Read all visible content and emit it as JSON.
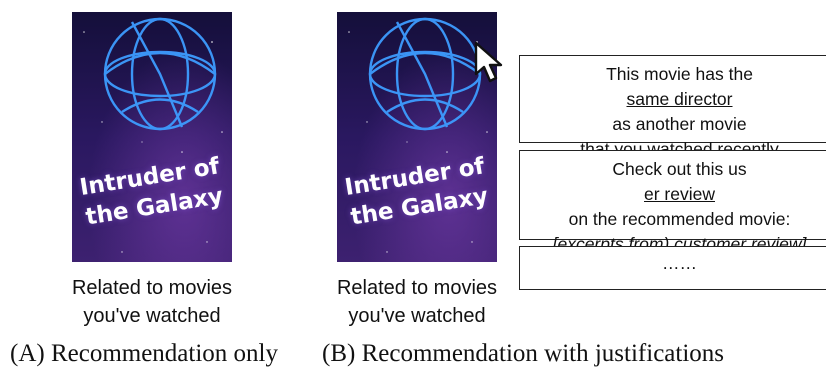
{
  "panel_a": {
    "poster": {
      "title_line1": "Intruder of",
      "title_line2": "the Galaxy"
    },
    "caption_line1": "Related to movies",
    "caption_line2": "you've watched",
    "label": "(A) Recommendation only"
  },
  "panel_b": {
    "poster": {
      "title_line1": "Intruder of",
      "title_line2": "the Galaxy"
    },
    "caption_line1": "Related to movies",
    "caption_line2": "you've watched",
    "label": "(B) Recommendation with justifications",
    "justifications": [
      {
        "line1_pre": "This movie has the ",
        "line1_link": "same director",
        "line2": "as another movie",
        "line3": "that you watched recently"
      },
      {
        "line1_pre": "Check out this us",
        "line1_link": "er review",
        "line2": "on the recommended movie:",
        "line3": "[excerpts from) customer review]"
      },
      {
        "line1": "……"
      }
    ]
  },
  "colors": {
    "poster_bg_top": "#1a1440",
    "poster_bg_bottom": "#3a1f6e",
    "globe_blue": "#2f8fff"
  },
  "icons": {
    "cursor": "mouse-pointer-icon"
  }
}
